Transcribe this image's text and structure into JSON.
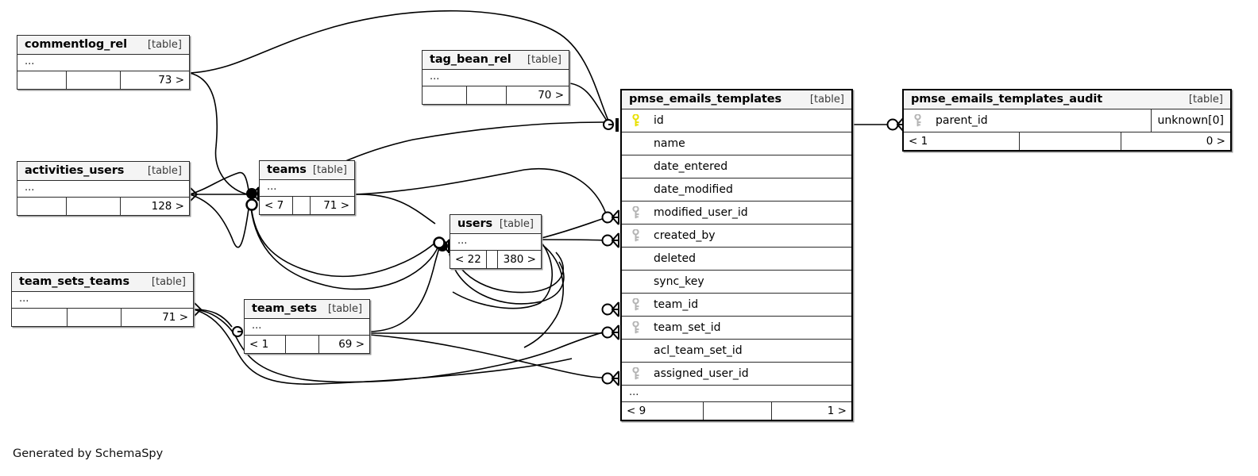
{
  "diagram": {
    "generator_note": "Generated by SchemaSpy",
    "table_tag": "[table]",
    "ellipsis": "...",
    "key_color_primary": "#e8e000",
    "key_color_foreign": "#b4b4b4",
    "background": "#ffffff",
    "node_header_bg": "#f4f4f4",
    "border_color": "#2b2b2b"
  },
  "tables": {
    "commentlog_rel": {
      "name": "commentlog_rel",
      "tag": "[table]",
      "ellipsis": "...",
      "footer": {
        "left": "",
        "middle": "",
        "right": "73 >"
      }
    },
    "tag_bean_rel": {
      "name": "tag_bean_rel",
      "tag": "[table]",
      "ellipsis": "...",
      "footer": {
        "left": "",
        "middle": "",
        "right": "70 >"
      }
    },
    "activities_users": {
      "name": "activities_users",
      "tag": "[table]",
      "ellipsis": "...",
      "footer": {
        "left": "",
        "middle": "",
        "right": "128 >"
      }
    },
    "teams": {
      "name": "teams",
      "tag": "[table]",
      "ellipsis": "...",
      "footer": {
        "left": "< 7",
        "middle": "",
        "right": "71 >"
      }
    },
    "users": {
      "name": "users",
      "tag": "[table]",
      "ellipsis": "...",
      "footer": {
        "left": "< 22",
        "middle": "",
        "right": "380 >"
      }
    },
    "team_sets_teams": {
      "name": "team_sets_teams",
      "tag": "[table]",
      "ellipsis": "...",
      "footer": {
        "left": "",
        "middle": "",
        "right": "71 >"
      }
    },
    "team_sets": {
      "name": "team_sets",
      "tag": "[table]",
      "ellipsis": "...",
      "footer": {
        "left": "< 1",
        "middle": "",
        "right": "69 >"
      }
    },
    "pmse_emails_templates": {
      "name": "pmse_emails_templates",
      "tag": "[table]",
      "ellipsis": "...",
      "columns": [
        {
          "name": "id",
          "key": "primary"
        },
        {
          "name": "name",
          "key": "none"
        },
        {
          "name": "date_entered",
          "key": "none"
        },
        {
          "name": "date_modified",
          "key": "none"
        },
        {
          "name": "modified_user_id",
          "key": "foreign"
        },
        {
          "name": "created_by",
          "key": "foreign"
        },
        {
          "name": "deleted",
          "key": "none"
        },
        {
          "name": "sync_key",
          "key": "none"
        },
        {
          "name": "team_id",
          "key": "foreign"
        },
        {
          "name": "team_set_id",
          "key": "foreign"
        },
        {
          "name": "acl_team_set_id",
          "key": "none"
        },
        {
          "name": "assigned_user_id",
          "key": "foreign"
        }
      ],
      "footer": {
        "left": "< 9",
        "middle": "",
        "right": "1 >"
      }
    },
    "pmse_emails_templates_audit": {
      "name": "pmse_emails_templates_audit",
      "tag": "[table]",
      "columns": [
        {
          "name": "parent_id",
          "key": "foreign",
          "type": "unknown[0]"
        }
      ],
      "footer": {
        "left": "< 1",
        "middle": "",
        "right": "0 >"
      }
    }
  }
}
